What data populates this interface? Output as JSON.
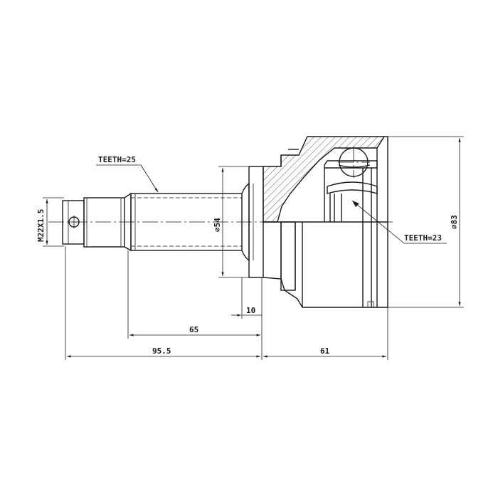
{
  "diagram": {
    "callouts": {
      "teeth_stem": "TEETH=25",
      "teeth_inner": "TEETH=23"
    },
    "dimensions": {
      "thread": "M22X1.5",
      "shaft_diameter": "⌀54",
      "outer_diameter": "⌀83",
      "collar_length": "10",
      "stem_length": "65",
      "total_stem_length": "95.5",
      "bell_length": "61"
    }
  }
}
